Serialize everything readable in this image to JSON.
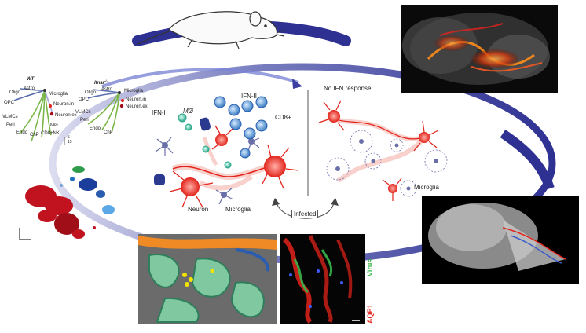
{
  "trees": {
    "wt": {
      "title": "WT",
      "labels": [
        "Astro",
        "Microglia",
        "Oligo",
        "OPC",
        "Neuron.in",
        "Neuron.ex",
        "VLMCs",
        "Peri",
        "MØ",
        "CD8+NK",
        "Endo",
        "ChP"
      ]
    },
    "ifnar": {
      "title": "Ifnar",
      "sup": "-/-",
      "labels": [
        "Astro",
        "Microglia",
        "Oligo",
        "OPC",
        "Neuron.in",
        "Neuron.ex",
        "VLMCs",
        "Peri",
        "Endo",
        "ChP"
      ]
    },
    "scale": [
      "5",
      "15"
    ]
  },
  "infected": {
    "ifn1": "IFN-I",
    "mo": "MØ",
    "ifn2": "IFN-II",
    "cd8": "CD8+",
    "neuron": "Neuron",
    "microglia": "Microglia"
  },
  "uninfected": {
    "title": "No IFN response",
    "microglia": "Microglia"
  },
  "state_label": "Infected",
  "micro": {
    "virus": "Virus",
    "aqp1": "AQP1"
  },
  "colors": {
    "ring": "#2e3192",
    "neuron": "#e2231a",
    "microglia": "#6a6fa8",
    "cluster_red": "#c1121f",
    "virus": "#39b54a",
    "aqp1": "#e2231a"
  }
}
